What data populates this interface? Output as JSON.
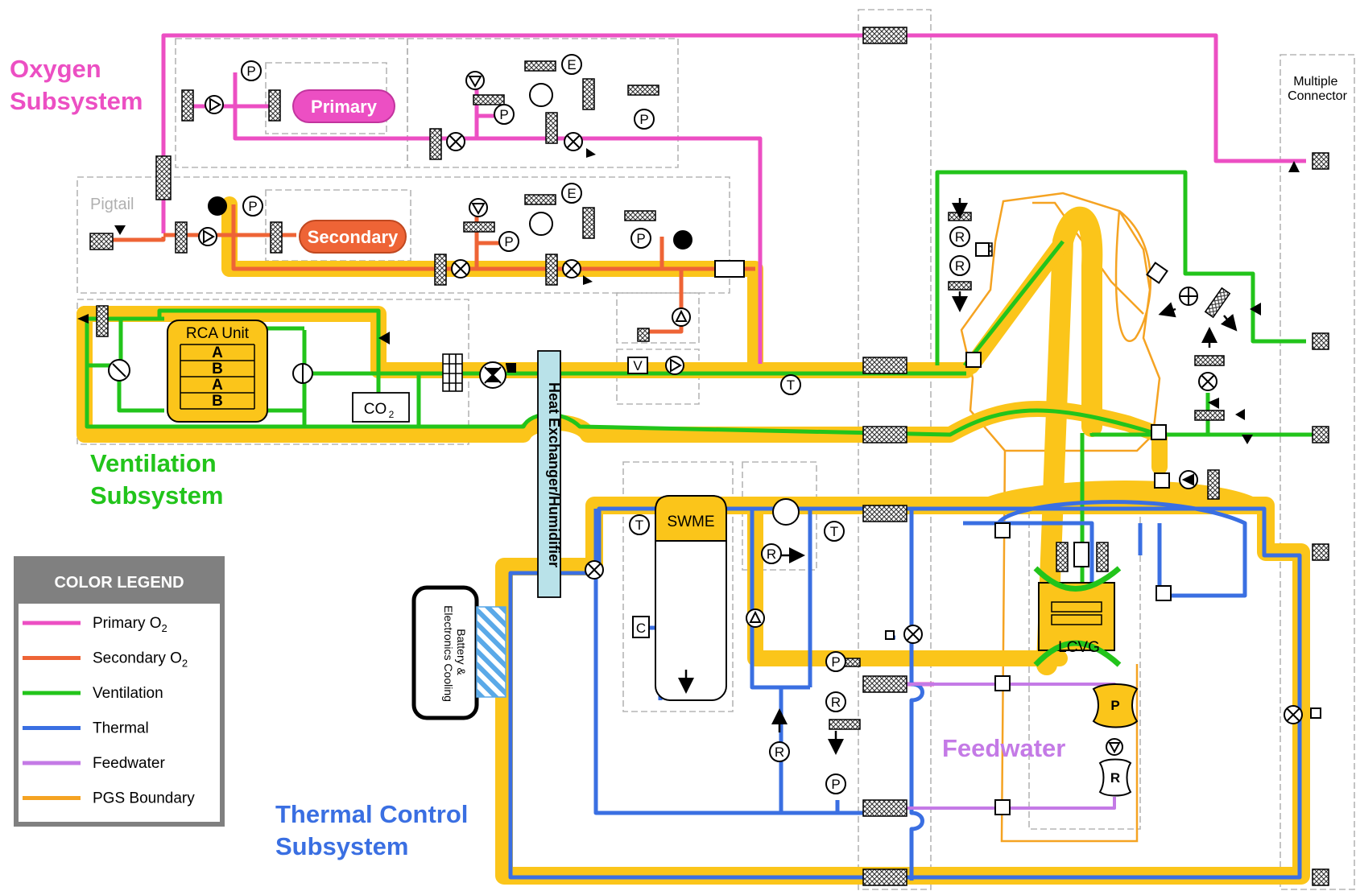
{
  "colors": {
    "primary_o2": "#ec4fc3",
    "secondary_o2": "#ee6436",
    "ventilation": "#22c41b",
    "thermal": "#3a6fe2",
    "feedwater": "#c47ae6",
    "pgs_boundary": "#f5a322",
    "pgs_fill": "#fbc51a",
    "heat_exchanger": "#b9e2e9",
    "legend_header": "#808080"
  },
  "subsystems": {
    "oxygen": "Oxygen\nSubsystem",
    "ventilation": "Ventilation\nSubsystem",
    "thermal": "Thermal Control\nSubsystem",
    "feedwater": "Feedwater"
  },
  "components": {
    "primary": "Primary",
    "secondary": "Secondary",
    "pigtail": "Pigtail",
    "rca_unit": "RCA Unit",
    "rca_beds": [
      "A",
      "B",
      "A",
      "B"
    ],
    "co2": "CO",
    "co2_sub": "2",
    "heat_exchanger": "Heat Exchanger/Humidifier",
    "battery_cooling": "Battery &\nElectronics Cooling",
    "swme": "SWME",
    "lcvg": "LCVG",
    "multiple_connector": "Multiple\nConnector"
  },
  "symbols": {
    "pressure": "P",
    "temperature": "T",
    "regulator": "R",
    "electronic": "E",
    "valve": "V",
    "controller": "C",
    "pump": "P"
  },
  "legend": {
    "title": "COLOR LEGEND",
    "items": [
      {
        "label": "Primary O",
        "sub": "2",
        "color": "#ec4fc3"
      },
      {
        "label": "Secondary O",
        "sub": "2",
        "color": "#ee6436"
      },
      {
        "label": "Ventilation",
        "sub": "",
        "color": "#22c41b"
      },
      {
        "label": "Thermal",
        "sub": "",
        "color": "#3a6fe2"
      },
      {
        "label": "Feedwater",
        "sub": "",
        "color": "#c47ae6"
      },
      {
        "label": "PGS Boundary",
        "sub": "",
        "color": "#f5a322"
      }
    ]
  }
}
